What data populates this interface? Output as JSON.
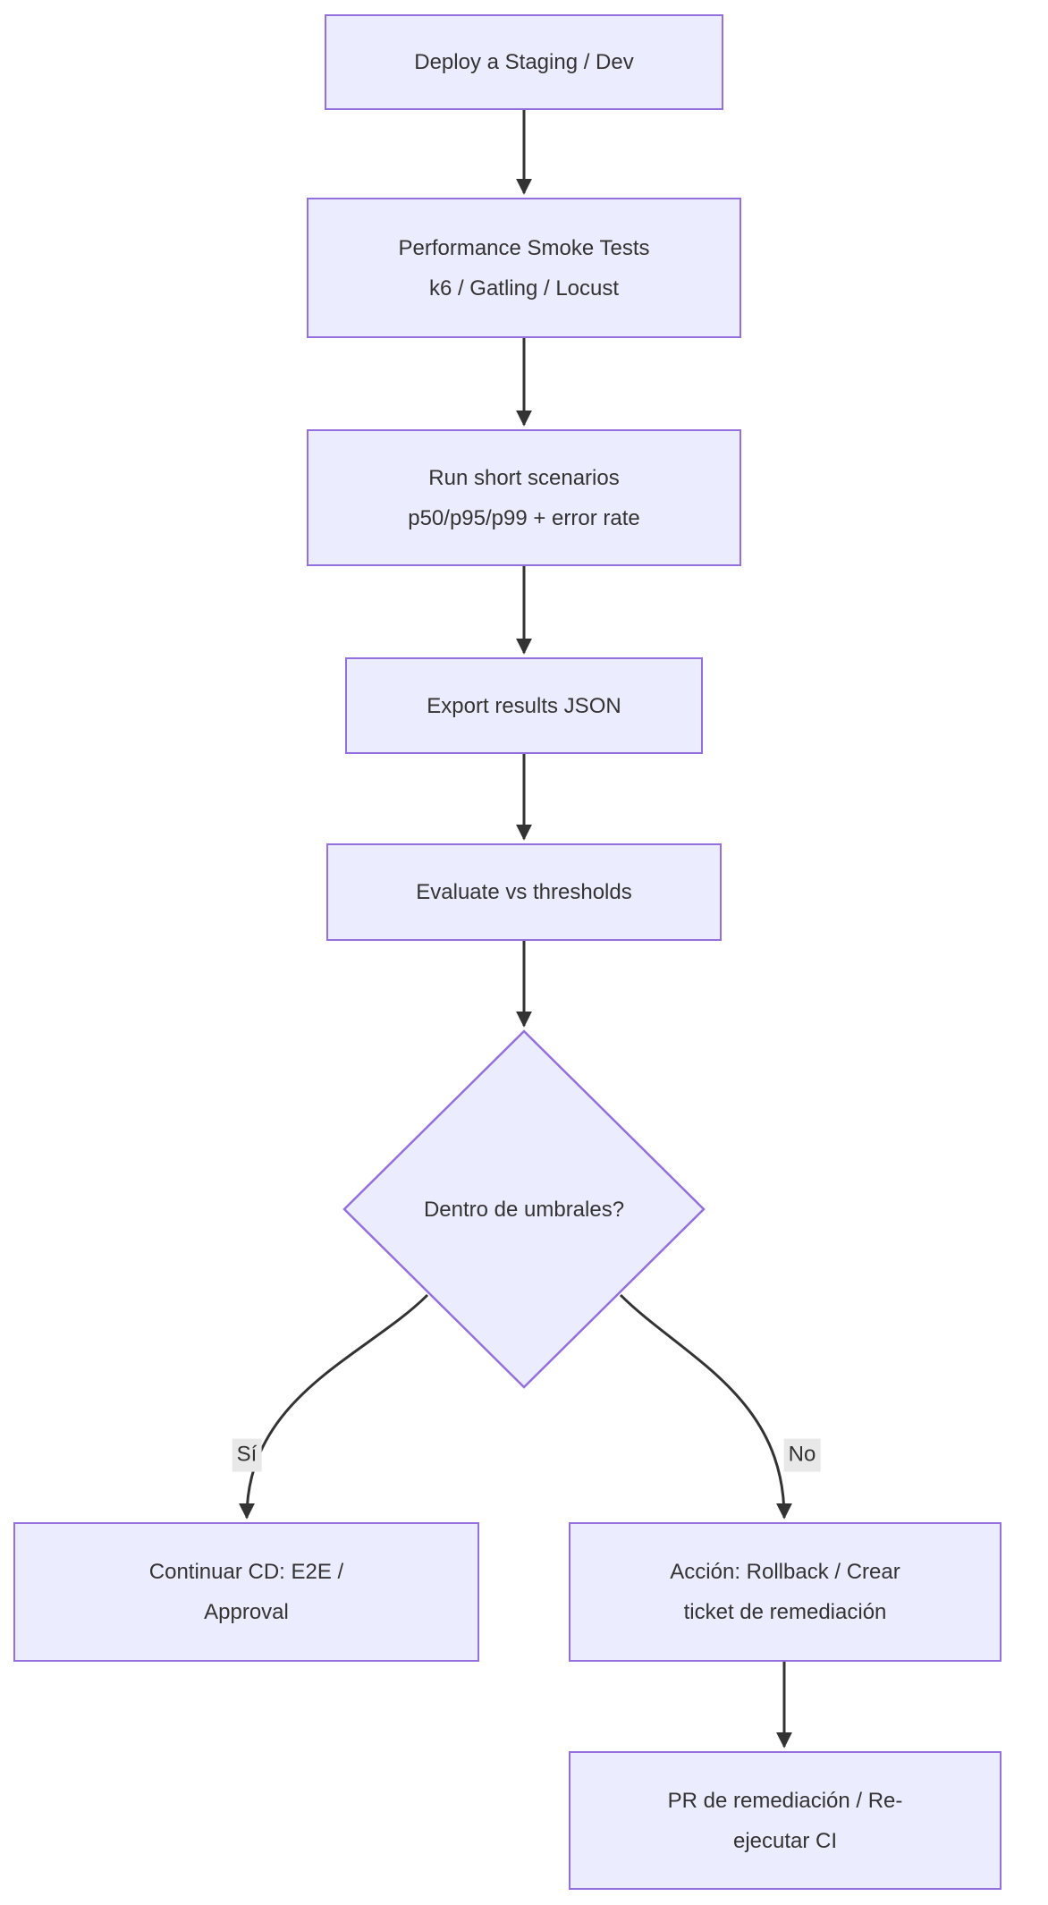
{
  "diagram": {
    "type": "flowchart-top-down",
    "colors": {
      "node_fill": "#ECECFF",
      "node_border": "#9370DB",
      "edge": "#333333",
      "text": "#333333",
      "edge_label_bg": "#e8e8e8",
      "canvas_bg": "#ffffff"
    },
    "nodes": [
      {
        "id": "deploy-staging",
        "shape": "rect",
        "lines": [
          "Deploy a Staging / Dev"
        ]
      },
      {
        "id": "perf-smoke-tests",
        "shape": "rect",
        "lines": [
          "Performance Smoke Tests",
          "k6 / Gatling / Locust"
        ]
      },
      {
        "id": "run-short-scenarios",
        "shape": "rect",
        "lines": [
          "Run short scenarios",
          "p50/p95/p99 + error rate"
        ]
      },
      {
        "id": "export-results",
        "shape": "rect",
        "lines": [
          "Export results JSON"
        ]
      },
      {
        "id": "evaluate-thresholds",
        "shape": "rect",
        "lines": [
          "Evaluate vs thresholds"
        ]
      },
      {
        "id": "dentro-umbrales",
        "shape": "diamond",
        "lines": [
          "Dentro de umbrales?"
        ]
      },
      {
        "id": "continuar-cd",
        "shape": "rect",
        "lines": [
          "Continuar CD: E2E /",
          "Approval"
        ]
      },
      {
        "id": "accion-rollback",
        "shape": "rect",
        "lines": [
          "Acción: Rollback / Crear",
          "ticket de remediación"
        ]
      },
      {
        "id": "pr-remediacion",
        "shape": "rect",
        "lines": [
          "PR de remediación / Re-",
          "ejecutar CI"
        ]
      }
    ],
    "edges": [
      {
        "from": "deploy-staging",
        "to": "perf-smoke-tests",
        "label": ""
      },
      {
        "from": "perf-smoke-tests",
        "to": "run-short-scenarios",
        "label": ""
      },
      {
        "from": "run-short-scenarios",
        "to": "export-results",
        "label": ""
      },
      {
        "from": "export-results",
        "to": "evaluate-thresholds",
        "label": ""
      },
      {
        "from": "evaluate-thresholds",
        "to": "dentro-umbrales",
        "label": ""
      },
      {
        "from": "dentro-umbrales",
        "to": "continuar-cd",
        "label": "Sí"
      },
      {
        "from": "dentro-umbrales",
        "to": "accion-rollback",
        "label": "No"
      },
      {
        "from": "accion-rollback",
        "to": "pr-remediacion",
        "label": ""
      }
    ]
  }
}
